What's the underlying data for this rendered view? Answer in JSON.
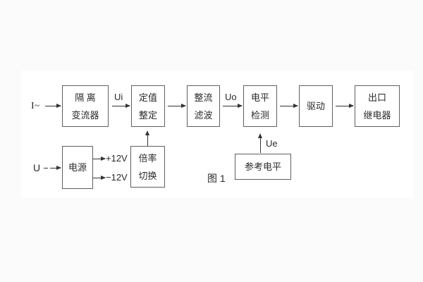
{
  "figure": {
    "caption": "图 1",
    "colors": {
      "background": "#fbfbfc",
      "panel": "#ffffff",
      "line": "#333333",
      "border": "#5f5f5f",
      "text": "#2a2a2a"
    },
    "inputs": {
      "current": "I~",
      "voltage": "U"
    },
    "signals": {
      "ui": "Ui",
      "uo": "Uo",
      "ue": "Ue"
    },
    "power_rails": {
      "positive": "+12V",
      "negative": "−12V"
    },
    "blocks": {
      "isolation_transformer": {
        "line1": "隔 离",
        "line2": "变流器"
      },
      "setting_adjustment": {
        "line1": "定值",
        "line2": "整定"
      },
      "rectifier_filter": {
        "line1": "整流",
        "line2": "滤波"
      },
      "level_detection": {
        "line1": "电平",
        "line2": "检测"
      },
      "driver": {
        "line1": "驱动"
      },
      "output_relay": {
        "line1": "出口",
        "line2": "继电器"
      },
      "power_supply": {
        "line1": "电源"
      },
      "ratio_switch": {
        "line1": "倍率",
        "line2": "切换"
      },
      "reference_level": {
        "line1": "参考电平"
      }
    }
  }
}
